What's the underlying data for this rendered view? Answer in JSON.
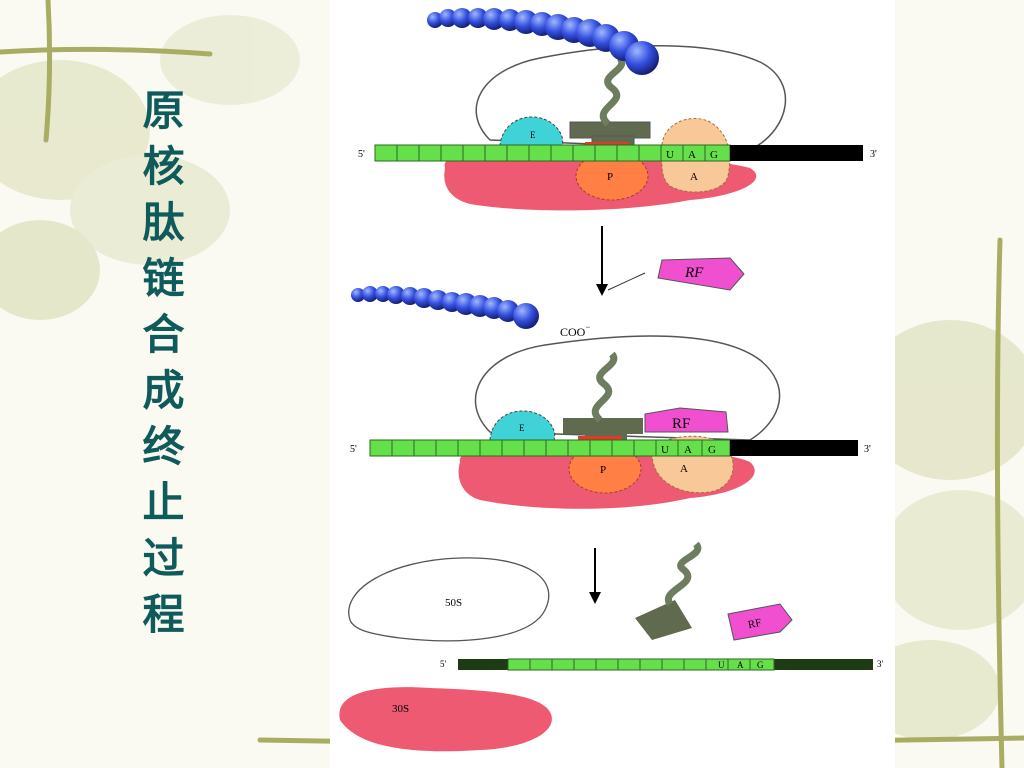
{
  "slide_title": "原核肽链合成终止过程",
  "stage1": {
    "five_prime": "5'",
    "three_prime": "3'",
    "codons": [
      "U",
      "A",
      "G"
    ],
    "site_e": "E",
    "site_p": "P",
    "site_a": "A"
  },
  "release_factor": "RF",
  "carboxyl": "COO",
  "carboxyl_charge": "−",
  "stage2": {
    "five_prime": "5'",
    "three_prime": "3'",
    "codons": [
      "U",
      "A",
      "G"
    ],
    "site_e": "E",
    "site_p": "P",
    "site_a": "A",
    "rf_label": "RF"
  },
  "stage3": {
    "large_subunit": "50S",
    "small_subunit": "30S",
    "rf_label": "RF",
    "five_prime": "5'",
    "three_prime": "3'",
    "codons": [
      "U",
      "A",
      "G"
    ]
  },
  "colors": {
    "title": "#0f5b5b",
    "mrna_green": "#66e04a",
    "small_subunit": "#ee5a72",
    "site_e": "#3fd3d8",
    "site_p": "#ff7f45",
    "site_a": "#f8c898",
    "rf": "#f04fd0",
    "peptide": "#2a4ad0"
  }
}
